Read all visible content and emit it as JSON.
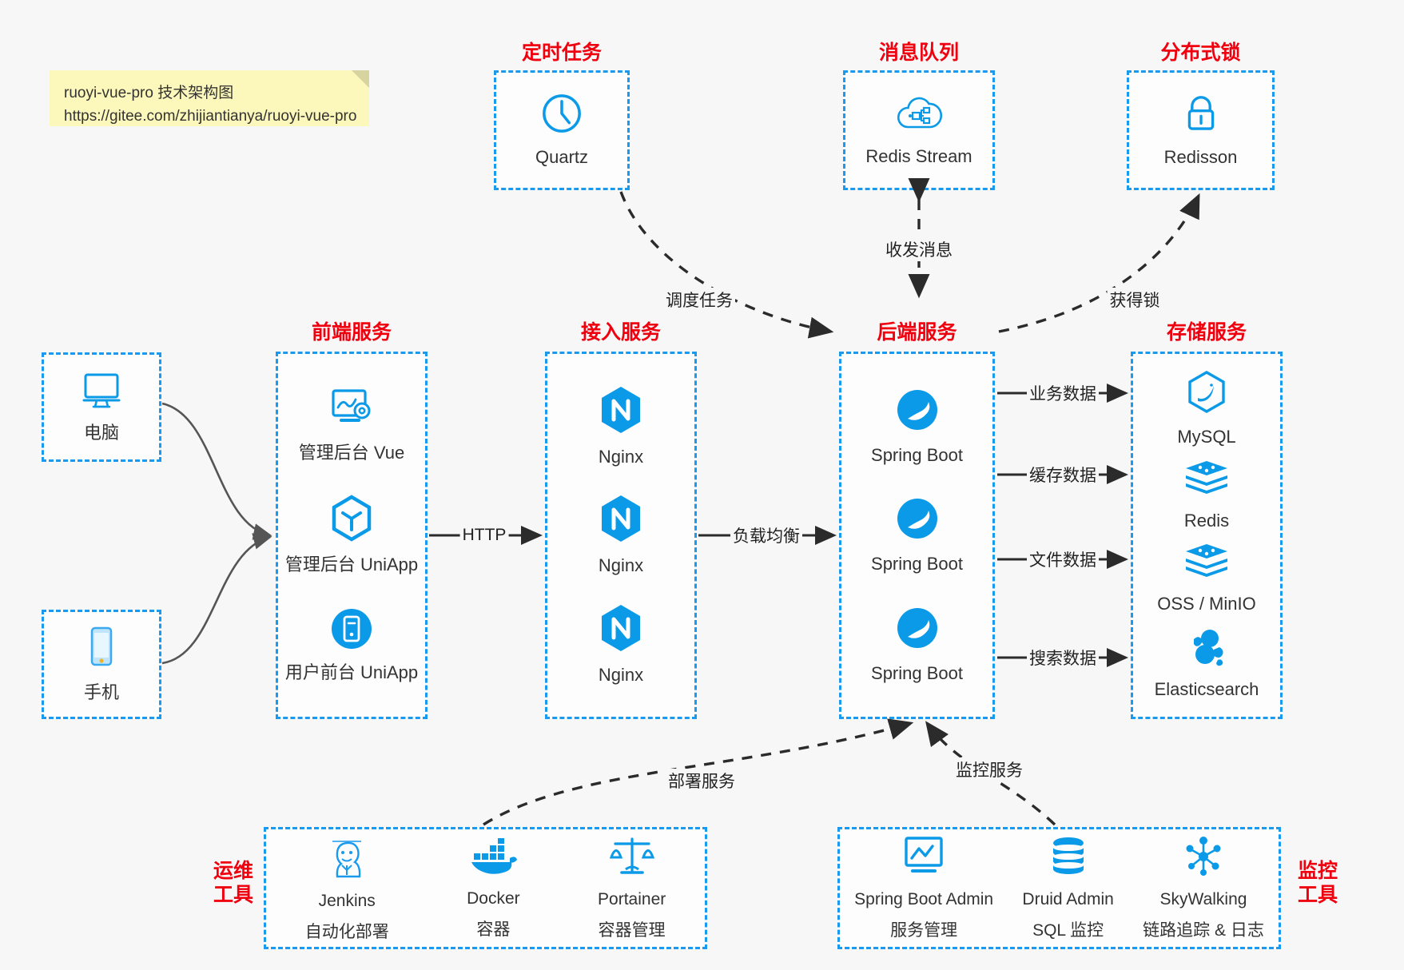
{
  "note": {
    "line1": "ruoyi-vue-pro 技术架构图",
    "line2": "https://gitee.com/zhijiantianya/ruoyi-vue-pro"
  },
  "colors": {
    "accent_blue": "#1a9aef",
    "title_red": "#f0000f",
    "icon_blue": "#0a9ae8",
    "edge_gray": "#555555",
    "edge_dark": "#2b2b2b",
    "canvas_bg": "#f7f7f7",
    "note_bg": "#fcf7ba"
  },
  "groups": {
    "scheduled_task": {
      "title": "定时任务",
      "nodes": [
        {
          "label": "Quartz",
          "icon": "clock-icon"
        }
      ]
    },
    "message_queue": {
      "title": "消息队列",
      "nodes": [
        {
          "label": "Redis Stream",
          "icon": "cloud-stream-icon"
        }
      ]
    },
    "distributed_lock": {
      "title": "分布式锁",
      "nodes": [
        {
          "label": "Redisson",
          "icon": "lock-icon"
        }
      ]
    },
    "clients": {
      "nodes": [
        {
          "label": "电脑",
          "icon": "desktop-computer-icon"
        },
        {
          "label": "手机",
          "icon": "mobile-phone-icon"
        }
      ]
    },
    "frontend": {
      "title": "前端服务",
      "nodes": [
        {
          "label": "管理后台 Vue",
          "icon": "admin-dashboard-icon"
        },
        {
          "label": "管理后台 UniApp",
          "icon": "uniapp-hexagon-icon"
        },
        {
          "label": "用户前台 UniApp",
          "icon": "mobile-app-icon"
        }
      ]
    },
    "gateway": {
      "title": "接入服务",
      "nodes": [
        {
          "label": "Nginx",
          "icon": "nginx-icon"
        },
        {
          "label": "Nginx",
          "icon": "nginx-icon"
        },
        {
          "label": "Nginx",
          "icon": "nginx-icon"
        }
      ]
    },
    "backend": {
      "title": "后端服务",
      "nodes": [
        {
          "label": "Spring Boot",
          "icon": "spring-boot-icon"
        },
        {
          "label": "Spring Boot",
          "icon": "spring-boot-icon"
        },
        {
          "label": "Spring Boot",
          "icon": "spring-boot-icon"
        }
      ]
    },
    "storage": {
      "title": "存储服务",
      "nodes": [
        {
          "label": "MySQL",
          "icon": "mysql-icon"
        },
        {
          "label": "Redis",
          "icon": "redis-icon"
        },
        {
          "label": "OSS / MinIO",
          "icon": "redis-icon"
        },
        {
          "label": "Elasticsearch",
          "icon": "elasticsearch-icon"
        }
      ]
    },
    "devops": {
      "title_line1": "运维",
      "title_line2": "工具",
      "nodes": [
        {
          "label": "Jenkins",
          "sub": "自动化部署",
          "icon": "jenkins-icon"
        },
        {
          "label": "Docker",
          "sub": "容器",
          "icon": "docker-icon"
        },
        {
          "label": "Portainer",
          "sub": "容器管理",
          "icon": "scales-icon"
        }
      ]
    },
    "monitoring": {
      "title_line1": "监控",
      "title_line2": "工具",
      "nodes": [
        {
          "label": "Spring Boot Admin",
          "sub": "服务管理",
          "icon": "monitor-chart-icon"
        },
        {
          "label": "Druid Admin",
          "sub": "SQL 监控",
          "icon": "database-icon"
        },
        {
          "label": "SkyWalking",
          "sub": "链路追踪 & 日志",
          "icon": "skywalking-icon"
        }
      ]
    }
  },
  "edges": [
    {
      "id": "edge-http",
      "label": "HTTP"
    },
    {
      "id": "edge-load-balance",
      "label": "负载均衡"
    },
    {
      "id": "edge-schedule-task",
      "label": "调度任务"
    },
    {
      "id": "edge-send-receive-message",
      "label": "收发消息"
    },
    {
      "id": "edge-acquire-lock",
      "label": "获得锁"
    },
    {
      "id": "edge-business-data",
      "label": "业务数据"
    },
    {
      "id": "edge-cache-data",
      "label": "缓存数据"
    },
    {
      "id": "edge-file-data",
      "label": "文件数据"
    },
    {
      "id": "edge-search-data",
      "label": "搜索数据"
    },
    {
      "id": "edge-deploy-service",
      "label": "部署服务"
    },
    {
      "id": "edge-monitor-service",
      "label": "监控服务"
    }
  ]
}
